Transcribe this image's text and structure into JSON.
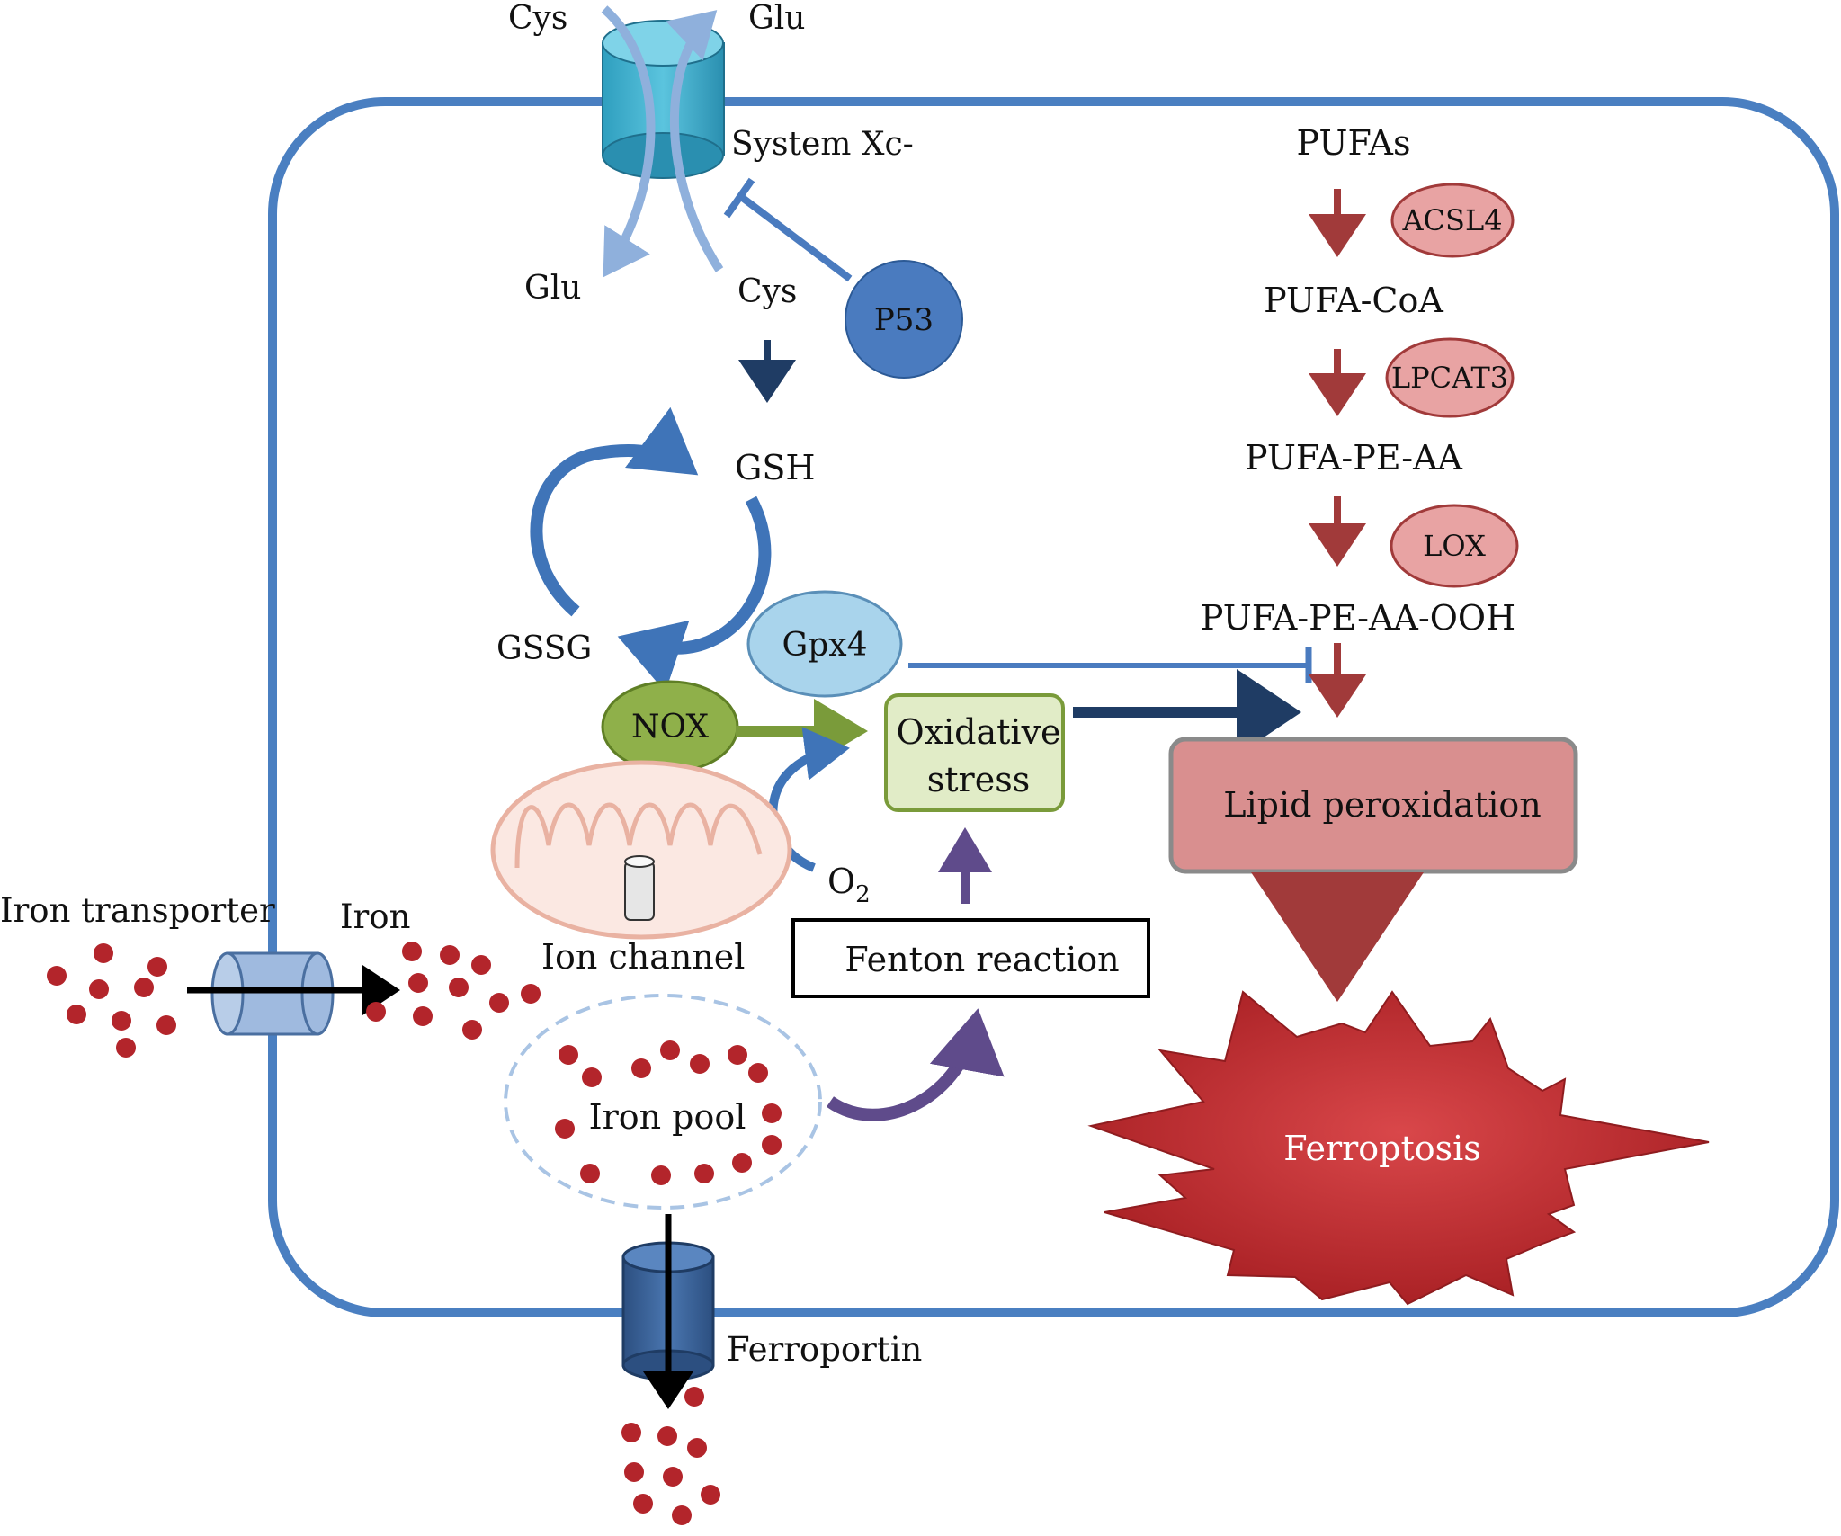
{
  "labels": {
    "cys_out": "Cys",
    "glu_out": "Glu",
    "system_xc": "System Xc-",
    "glu_in": "Glu",
    "cys_in": "Cys",
    "p53": "P53",
    "gsh": "GSH",
    "gssg": "GSSG",
    "gpx4": "Gpx4",
    "nox": "NOX",
    "oxidative_stress_1": "Oxidative",
    "oxidative_stress_2": "stress",
    "o2_main": "O",
    "o2_sub": "2",
    "ion_channel": "Ion channel",
    "iron_transporter": "Iron transporter",
    "iron": "Iron",
    "fenton_reaction": "Fenton reaction",
    "iron_pool": "Iron pool",
    "ferroportin": "Ferroportin",
    "pufas": "PUFAs",
    "acsl4": "ACSL4",
    "pufa_coa": "PUFA-CoA",
    "lpcat3": "LPCAT3",
    "pufa_pe_aa": "PUFA-PE-AA",
    "lox": "LOX",
    "pufa_pe_aa_ooh": "PUFA-PE-AA-OOH",
    "lipid_peroxidation": "Lipid peroxidation",
    "ferroptosis": "Ferroptosis"
  },
  "colors": {
    "membrane": "#4a7fc1",
    "iron_dot": "#b3252b",
    "p53_fill": "#4a7bbf",
    "gpx4_fill": "#a9d4ec",
    "nox_fill": "#8fb04a",
    "oxidative_fill": "#e1ecc7",
    "enzyme_fill": "#e8a3a3",
    "lipid_box": "#d98f8f",
    "ferroptosis_star": "#c0282a",
    "arrow_red": "#a13a3a",
    "arrow_navy": "#1f3c64"
  }
}
